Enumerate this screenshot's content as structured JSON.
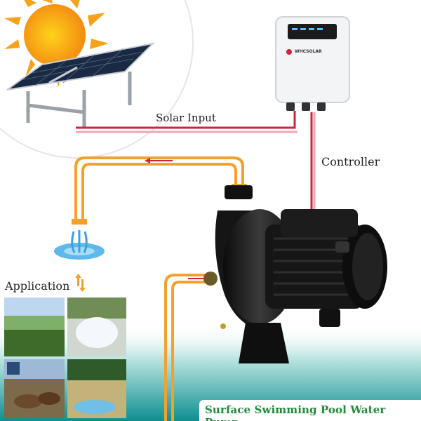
{
  "labels": {
    "solar_input": "Solar Input",
    "controller": "Controller",
    "application": "Application",
    "title": "Surface Swimming Pool Water Pump"
  },
  "controller_brand": "WHCSOLAR",
  "colors": {
    "banner_text": "#1f8a3a",
    "pipe": "#f4a02a",
    "wire_red": "#d0233d",
    "sun": "#f6a21a",
    "water": "#0e8f90"
  },
  "icons": [
    "sun-icon",
    "solar-panel-icon",
    "controller-box-icon",
    "pump-icon",
    "water-splash-icon",
    "flow-arrows-icon"
  ]
}
